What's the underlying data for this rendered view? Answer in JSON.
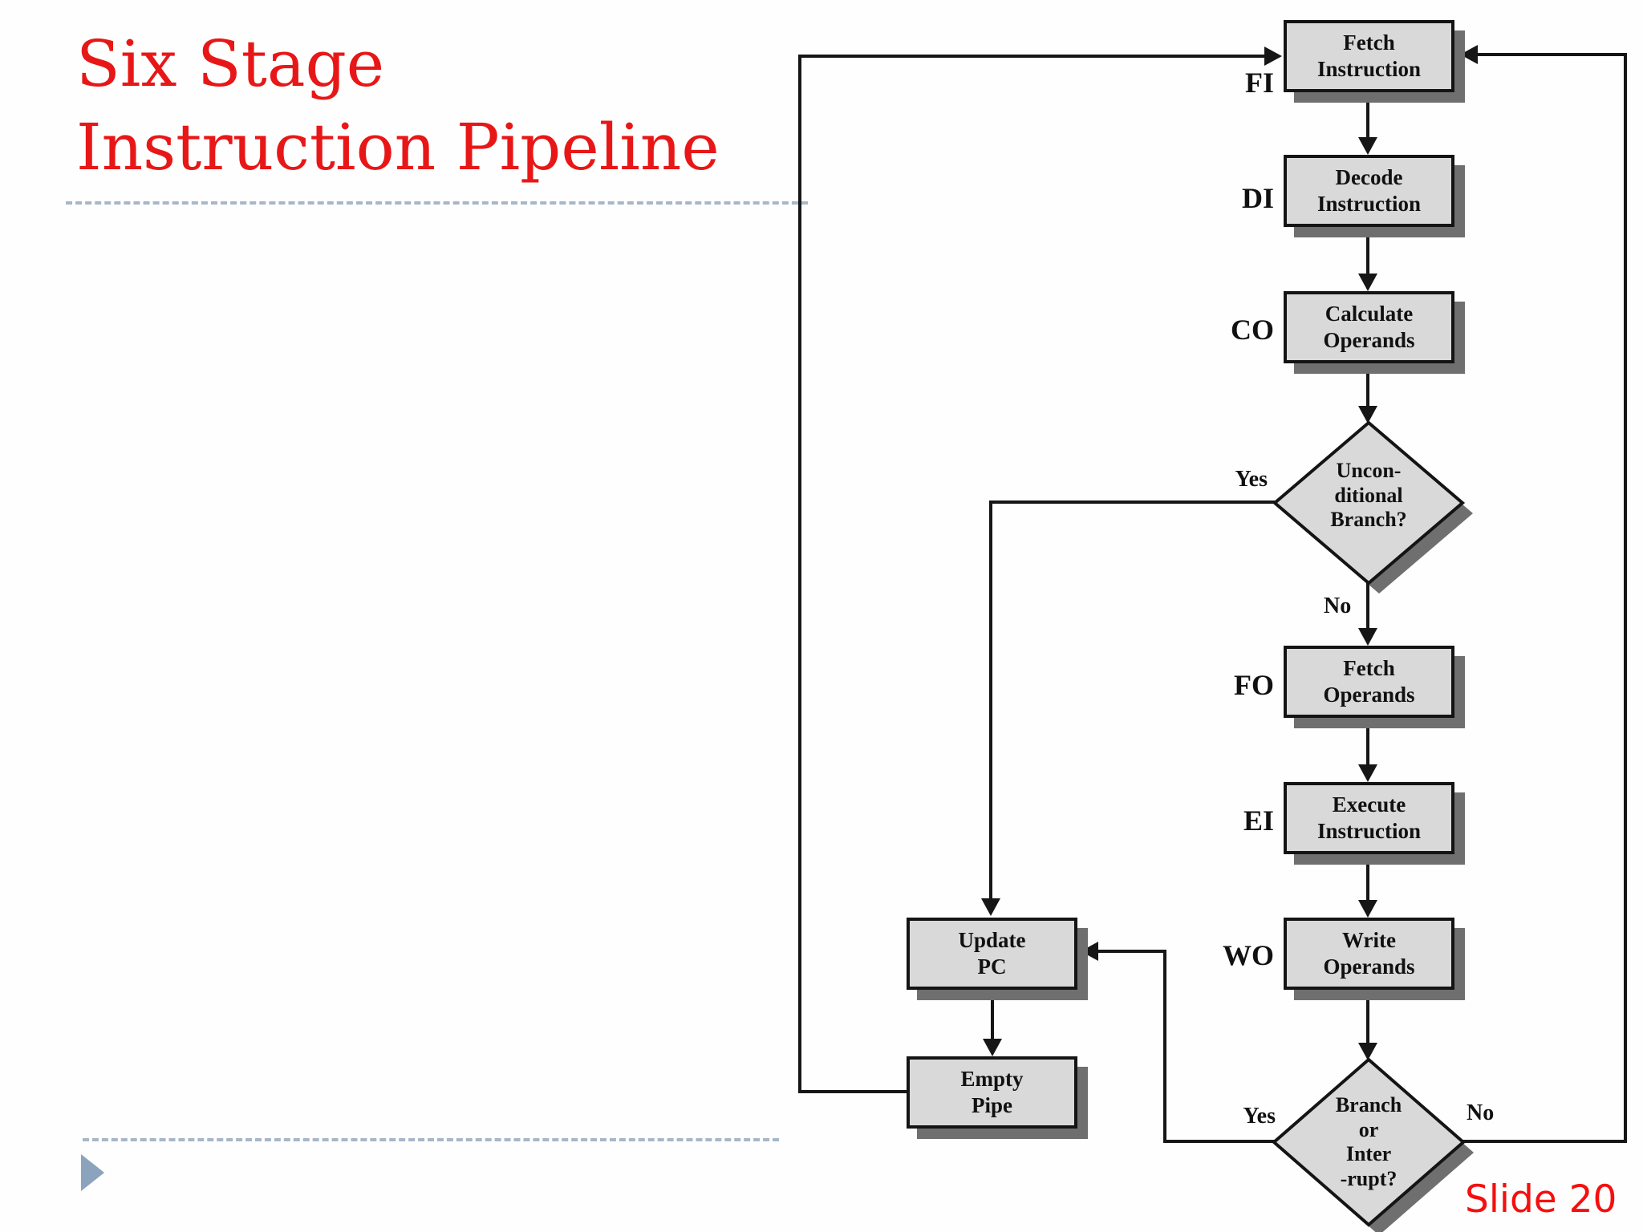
{
  "slide": {
    "title": "Six Stage\nInstruction Pipeline",
    "slide_number": "Slide 20",
    "bullet_icon": "play-triangle-icon"
  },
  "flowchart": {
    "stages": [
      {
        "label": "FI",
        "text": "Fetch\nInstruction"
      },
      {
        "label": "DI",
        "text": "Decode\nInstruction"
      },
      {
        "label": "CO",
        "text": "Calculate\nOperands"
      },
      {
        "label": "FO",
        "text": "Fetch\nOperands"
      },
      {
        "label": "EI",
        "text": "Execute\nInstruction"
      },
      {
        "label": "WO",
        "text": "Write\nOperands"
      }
    ],
    "decisions": [
      {
        "text": "Uncon-\nditional\nBranch?",
        "yes_label": "Yes",
        "no_label": "No"
      },
      {
        "text": "Branch\nor\nInter\n-rupt?",
        "yes_label": "Yes",
        "no_label": "No"
      }
    ],
    "side_boxes": [
      {
        "text": "Update\nPC"
      },
      {
        "text": "Empty\nPipe"
      }
    ],
    "colors": {
      "box_fill": "#d9d9d9",
      "box_border": "#141414",
      "box_shadow": "#6f6f6f",
      "line": "#161616",
      "title_red": "#e81717",
      "divider_dash": "#a7b7c7",
      "bullet_blue": "#8ba3bd"
    }
  }
}
